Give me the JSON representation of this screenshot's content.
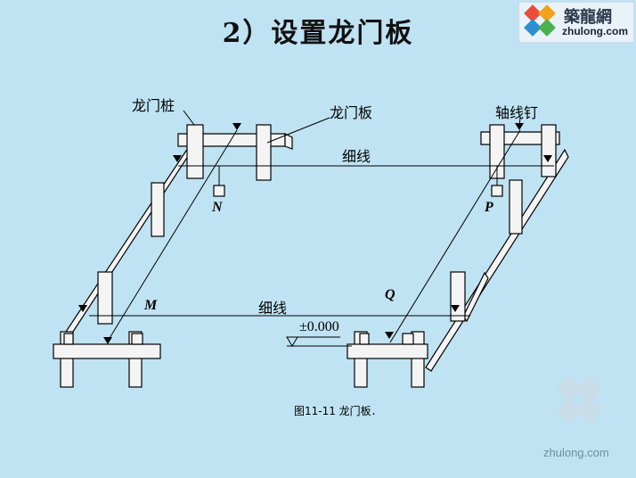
{
  "title": "2）设置龙门板",
  "logo": {
    "brand": "築龍網",
    "url": "zhulong.com"
  },
  "labels": {
    "longmen_zhuang": "龙门桩",
    "longmen_ban": "龙门板",
    "zhouxian_ding": "轴线钉",
    "xixian_top": "细线",
    "xixian_bottom": "细线"
  },
  "points": {
    "N": "N",
    "P": "P",
    "M": "M",
    "Q": "Q"
  },
  "elevation": "±0.000",
  "caption": "图11-11  龙门板．",
  "watermark": "zhulong.com",
  "colors": {
    "background": "#bfe3f3",
    "wood": "#f4f4f4",
    "outline": "#000000"
  }
}
